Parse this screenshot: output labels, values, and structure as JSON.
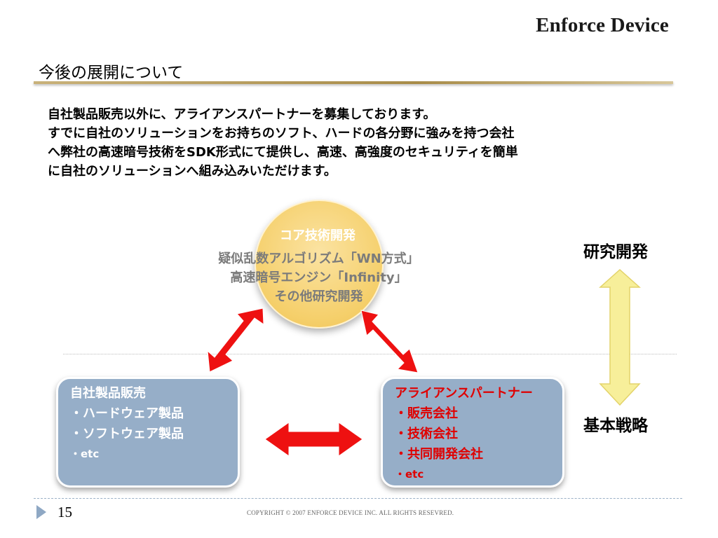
{
  "header": {
    "brand": "Enforce Device",
    "title": "今後の展開について"
  },
  "intro": {
    "lines": [
      "自社製品販売以外に、アライアンスパートナーを募集しております。",
      "すでに自社のソリューションをお持ちのソフト、ハードの各分野に強みを持つ会社",
      "へ弊社の高速暗号技術をSDK形式にて提供し、高速、高強度のセキュリティを簡単",
      "に自社のソリューションへ組み込みいただけます。"
    ]
  },
  "diagram": {
    "core": {
      "title": "コア技術開発",
      "lines": [
        "疑似乱数アルゴリズム「WN方式」",
        "高速暗号エンジン「Infinity」",
        "その他研究開発"
      ],
      "color": "#f5cf6a"
    },
    "left_box": {
      "title": "自社製品販売",
      "items": [
        "・ハードウェア製品",
        "・ソフトウェア製品",
        "・etc"
      ]
    },
    "right_box": {
      "title": "アライアンスパートナー",
      "items": [
        "・販売会社",
        "・技術会社",
        "・共同開発会社",
        "・etc"
      ],
      "color": "#e00000"
    },
    "side_labels": {
      "top": "研究開発",
      "bottom": "基本戦略"
    },
    "arrow_color": "#ee1111",
    "vertical_arrow_color": "#f7ef9a"
  },
  "footer": {
    "page": "15",
    "copyright": "COPYRIGHT © 2007 ENFORCE DEVICE INC. ALL RIGHTS RESEVRED."
  }
}
